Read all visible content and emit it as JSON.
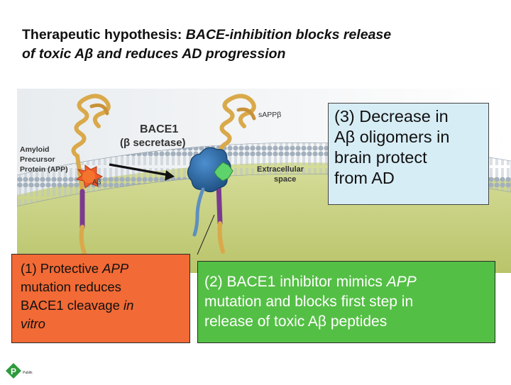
{
  "title": {
    "line1_prefix": "Therapeutic hypothesis: ",
    "line1_italic": "BACE-inhibition blocks release",
    "line2_italic": "of toxic Aβ and reduces AD progression"
  },
  "figure": {
    "app_label_1": "Amyloid",
    "app_label_2": "Precursor",
    "app_label_3": "Protein (APP)",
    "abeta_label": "Aβ",
    "bace1_label": "BACE1",
    "secretase_label": "(β secretase)",
    "sappb_label": "sAPPβ",
    "extracellular_label_1": "Extracellular",
    "extracellular_label_2": "space"
  },
  "box3": {
    "line1": "(3) Decrease in",
    "line2": "Aβ oligomers in",
    "line3": "brain protect",
    "line4": "from AD"
  },
  "box1": {
    "line1_prefix": "(1) Protective ",
    "line1_italic": "APP",
    "line2": "mutation reduces",
    "line3_prefix": "BACE1 cleavage ",
    "line3_italic": "in",
    "line4_italic": "vitro"
  },
  "box2": {
    "line1_prefix": "(2) BACE1 inhibitor mimics ",
    "line1_italic": "APP",
    "line2": "mutation and blocks first step in",
    "line3": "release of toxic Aβ peptides"
  },
  "logo": {
    "letter": "P",
    "text": "Pablik"
  },
  "colors": {
    "box1_bg": "#f26a35",
    "box2_bg": "#54bf45",
    "box3_bg": "#d7edf6",
    "app_protein": "#d9a94a",
    "bace1_enzyme": "#2f6fa8",
    "membrane_head": "#9aa8b6"
  }
}
